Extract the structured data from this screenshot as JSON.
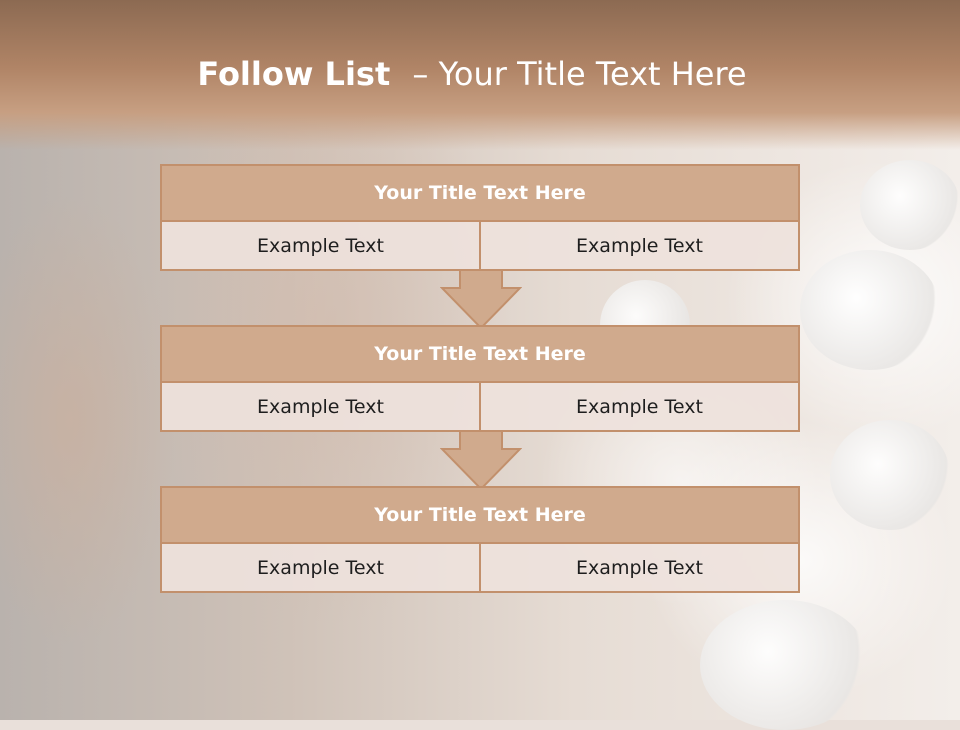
{
  "slide": {
    "title_bold": "Follow List",
    "title_rest": "– Your Title Text Here"
  },
  "blocks": [
    {
      "title": "Your Title Text Here",
      "left": "Example Text",
      "right": "Example Text"
    },
    {
      "title": "Your Title Text Here",
      "left": "Example Text",
      "right": "Example Text"
    },
    {
      "title": "Your Title Text Here",
      "left": "Example Text",
      "right": "Example Text"
    }
  ],
  "colors": {
    "header": "#b08466",
    "block_title": "#d0aa8d",
    "border": "#c2906c",
    "cell": "#eee2dc"
  },
  "icons": [
    "down-arrow-icon",
    "down-arrow-icon"
  ]
}
